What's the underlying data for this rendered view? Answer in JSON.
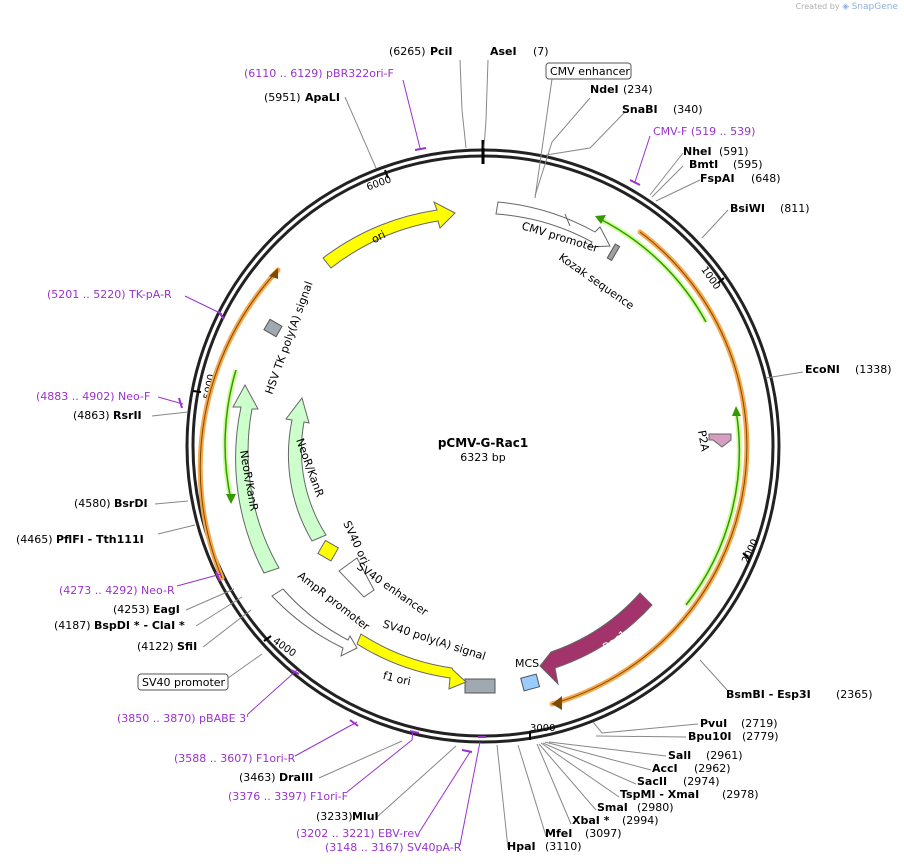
{
  "header": {
    "created_by": "Created by",
    "brand": "SnapGene"
  },
  "plasmid": {
    "name": "pCMV-G-Rac1",
    "length_label": "6323 bp",
    "length": 6323
  },
  "ticks": [
    {
      "pos": 1000,
      "label": "1000"
    },
    {
      "pos": 2000,
      "label": "2000"
    },
    {
      "pos": 3000,
      "label": "3000"
    },
    {
      "pos": 4000,
      "label": "4000"
    },
    {
      "pos": 5000,
      "label": "5000"
    },
    {
      "pos": 6000,
      "label": "6000"
    }
  ],
  "enzymes": [
    {
      "name": "PciI",
      "num": "(6265)",
      "text_side": "left"
    },
    {
      "name": "AseI",
      "num": "(7)",
      "text_side": "right"
    },
    {
      "name": "NdeI",
      "num": "(234)",
      "text_side": "right"
    },
    {
      "name": "SnaBI",
      "num": "(340)",
      "text_side": "right"
    },
    {
      "name": "NheI",
      "num": "(591)",
      "text_side": "right"
    },
    {
      "name": "BmtI",
      "num": "(595)",
      "text_side": "right"
    },
    {
      "name": "FspAI",
      "num": "(648)",
      "text_side": "right"
    },
    {
      "name": "BsiWI",
      "num": "(811)",
      "text_side": "right"
    },
    {
      "name": "EcoNI",
      "num": "(1338)",
      "text_side": "right"
    },
    {
      "name": "BsmBI - Esp3I",
      "num": "(2365)",
      "text_side": "right"
    },
    {
      "name": "PvuI",
      "num": "(2719)",
      "text_side": "right"
    },
    {
      "name": "Bpu10I",
      "num": "(2779)",
      "text_side": "right"
    },
    {
      "name": "SalI",
      "num": "(2961)",
      "text_side": "right"
    },
    {
      "name": "AccI",
      "num": "(2962)",
      "text_side": "right"
    },
    {
      "name": "SacII",
      "num": "(2974)",
      "text_side": "right"
    },
    {
      "name": "TspMI - XmaI",
      "num": "(2978)",
      "text_side": "right"
    },
    {
      "name": "SmaI",
      "num": "(2980)",
      "text_side": "right"
    },
    {
      "name": "XbaI *",
      "num": "(2994)",
      "text_side": "right"
    },
    {
      "name": "MfeI",
      "num": "(3097)",
      "text_side": "right"
    },
    {
      "name": "HpaI",
      "num": "(3110)",
      "text_side": "right"
    },
    {
      "name": "MluI",
      "num": "(3233)",
      "text_side": "left"
    },
    {
      "name": "DraIII",
      "num": "(3463)",
      "text_side": "left"
    },
    {
      "name": "SfiI",
      "num": "(4122)",
      "text_side": "left"
    },
    {
      "name": "BspDI * - ClaI *",
      "num": "(4187)",
      "text_side": "left"
    },
    {
      "name": "EagI",
      "num": "(4253)",
      "text_side": "left"
    },
    {
      "name": "PflFI - Tth111I",
      "num": "(4465)",
      "text_side": "left"
    },
    {
      "name": "BsrDI",
      "num": "(4580)",
      "text_side": "left"
    },
    {
      "name": "RsrII",
      "num": "(4863)",
      "text_side": "left"
    },
    {
      "name": "ApaLI",
      "num": "(5951)",
      "text_side": "left"
    }
  ],
  "primers": [
    {
      "label": "(6110 .. 6129)  pBR322ori-F"
    },
    {
      "label": "CMV-F   (519 .. 539)"
    },
    {
      "label": "(5201 .. 5220)  TK-pA-R"
    },
    {
      "label": "(4883 .. 4902)  Neo-F"
    },
    {
      "label": "(4273 .. 4292)  Neo-R"
    },
    {
      "label": "(3850 .. 3870)  pBABE 3'"
    },
    {
      "label": "(3588 .. 3607)  F1ori-R"
    },
    {
      "label": "(3376 .. 3397)  F1ori-F"
    },
    {
      "label": "(3202 .. 3221)  EBV-rev"
    },
    {
      "label": "(3148 .. 3167)  SV40pA-R"
    }
  ],
  "boxed_labels": [
    {
      "text": "CMV enhancer"
    },
    {
      "text": "SV40 promoter"
    }
  ],
  "features": [
    {
      "name": "ori",
      "start": 5540,
      "end": 6120,
      "color": "#ffff00"
    },
    {
      "name": "CMV promoter",
      "start": 80,
      "end": 470,
      "color": "#ffffff"
    },
    {
      "name": "Kozak sequence",
      "start": 578,
      "end": 600,
      "color": "#a0a0a0"
    },
    {
      "name": "P2A",
      "start": 1300,
      "end": 1370,
      "color": "#d69fc0"
    },
    {
      "name": "Rac1",
      "start": 2450,
      "end": 2880,
      "color": "#a3336b"
    },
    {
      "name": "MCS",
      "start": 2930,
      "end": 3010,
      "color": "#99ccff"
    },
    {
      "name": "SV40 poly(A) signal",
      "start": 3120,
      "end": 3240,
      "color": "#a0a8b0"
    },
    {
      "name": "f1 ori",
      "start": 3270,
      "end": 3720,
      "color": "#ffff00"
    },
    {
      "name": "AmpR promoter",
      "start": 3730,
      "end": 4130,
      "color": "#ffffff"
    },
    {
      "name": "SV40 enhancer",
      "start": 4140,
      "end": 4350,
      "color": "#ffffff"
    },
    {
      "name": "SV40 ori",
      "start": 4340,
      "end": 4400,
      "color": "#ffff00"
    },
    {
      "name": "NeoR/KanR",
      "start": 4450,
      "end": 5250,
      "color": "#ccffcc"
    },
    {
      "name": "HSV TK poly(A) signal",
      "start": 5300,
      "end": 5360,
      "color": "#a0a8b0"
    },
    {
      "name": "NeoR/KanR",
      "start": 4260,
      "end": 5070,
      "color": "#ccffcc"
    }
  ],
  "colors": {
    "primer": "#9932cc",
    "orange_arc": "#f7a64a",
    "green_arc": "#339900",
    "backbone": "#222222"
  }
}
